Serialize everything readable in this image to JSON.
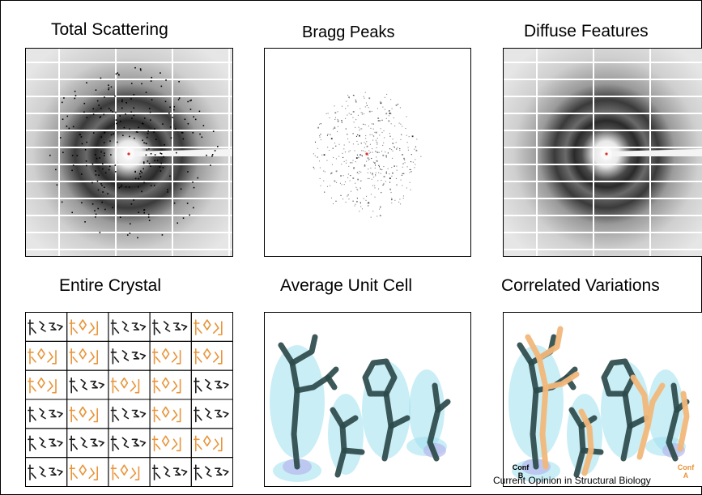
{
  "panels": {
    "total_scattering": {
      "title": "Total Scattering"
    },
    "bragg_peaks": {
      "title": "Bragg Peaks"
    },
    "diffuse_features": {
      "title": "Diffuse Features"
    },
    "entire_crystal": {
      "title": "Entire Crystal"
    },
    "average_unit_cell": {
      "title": "Average Unit Cell"
    },
    "correlated_variations": {
      "title": "Correlated Variations",
      "conf_b": {
        "line1": "Conf",
        "line2": "B"
      },
      "conf_a": {
        "line1": "Conf",
        "line2": "A"
      }
    }
  },
  "credit": "Current Opinion in Structural Biology",
  "colors": {
    "conf_a": "#e8953a",
    "conf_b": "#1a1a1a",
    "density": "#9fe0ee",
    "molecule": "#2c4a4a",
    "orange_fill": "#f1b77a"
  },
  "crystal_grid": {
    "rows": 6,
    "cols": 5,
    "pattern": [
      [
        "B",
        "A",
        "B",
        "B",
        "A"
      ],
      [
        "A",
        "A",
        "B",
        "A",
        "A"
      ],
      [
        "A",
        "B",
        "A",
        "A",
        "B"
      ],
      [
        "B",
        "A",
        "B",
        "A",
        "B"
      ],
      [
        "B",
        "B",
        "B",
        "A",
        "A"
      ],
      [
        "B",
        "A",
        "A",
        "B",
        "B"
      ]
    ]
  }
}
